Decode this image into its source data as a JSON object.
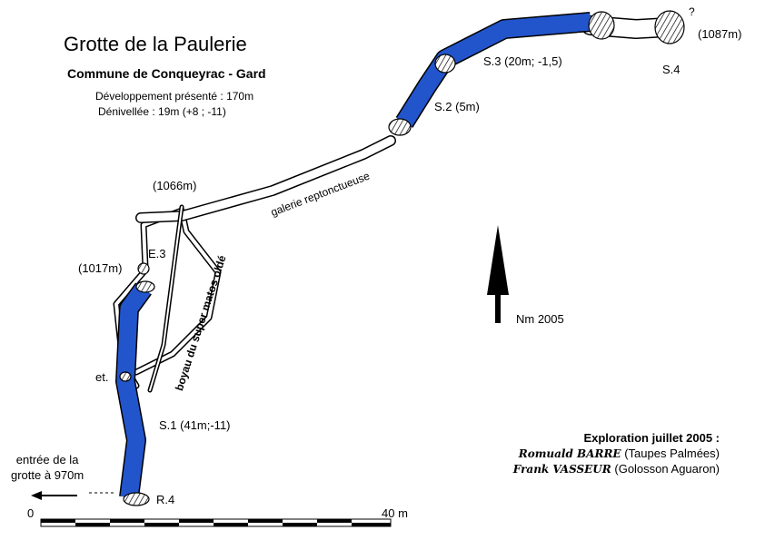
{
  "header": {
    "title": "Grotte de la Paulerie",
    "commune": "Commune de Conqueyrac - Gard",
    "development": "Développement présenté : 170m",
    "denivelee": "Dénivellée : 19m (+8 ; -11)"
  },
  "labels": {
    "s4_question": "?",
    "alt_1087": "(1087m)",
    "s4": "S.4",
    "s3": "S.3 (20m; -1,5)",
    "s2": "S.2 (5m)",
    "alt_1066": "(1066m)",
    "galerie": "galerie reptonctueuse",
    "e3": "E.3",
    "alt_1017": "(1017m)",
    "boyau": "boyau du super matos oldé",
    "et": "et.",
    "s1": "S.1 (41m;-11)",
    "entree": "entrée de la\ngrotte à 970m",
    "r4": "R.4",
    "north": "Nm 2005"
  },
  "scale": {
    "start": "0",
    "end": "40 m"
  },
  "exploration": {
    "title": "Exploration juillet 2005 :",
    "people": [
      {
        "name": "Romuald BARRE",
        "club": "(Taupes Palmées)"
      },
      {
        "name": "Frank VASSEUR",
        "club": "(Golosson Aguaron)"
      }
    ]
  },
  "colors": {
    "water": "#2255cc"
  }
}
